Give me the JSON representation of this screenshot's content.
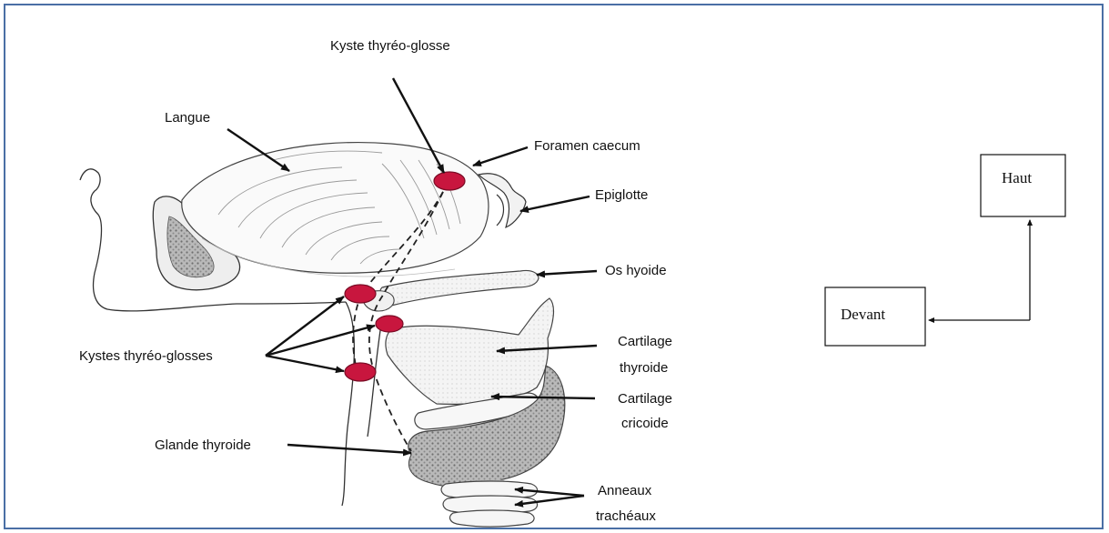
{
  "labels": {
    "kyste_top": "Kyste thyréo-glosse",
    "langue": "Langue",
    "foramen": "Foramen caecum",
    "epiglotte": "Epiglotte",
    "os_hyoide": "Os hyoide",
    "kystes": "Kystes thyréo-glosses",
    "cartilage_thyroide_1": "Cartilage",
    "cartilage_thyroide_2": "thyroide",
    "cartilage_cricoide_1": "Cartilage",
    "cartilage_cricoide_2": "cricoide",
    "glande": "Glande thyroide",
    "anneaux_1": "Anneaux",
    "anneaux_2": "trachéaux"
  },
  "orientation": {
    "up": "Haut",
    "front": "Devant"
  },
  "colors": {
    "frame": "#4a6fa5",
    "cyst": "#c8163e",
    "ink": "#111111"
  }
}
